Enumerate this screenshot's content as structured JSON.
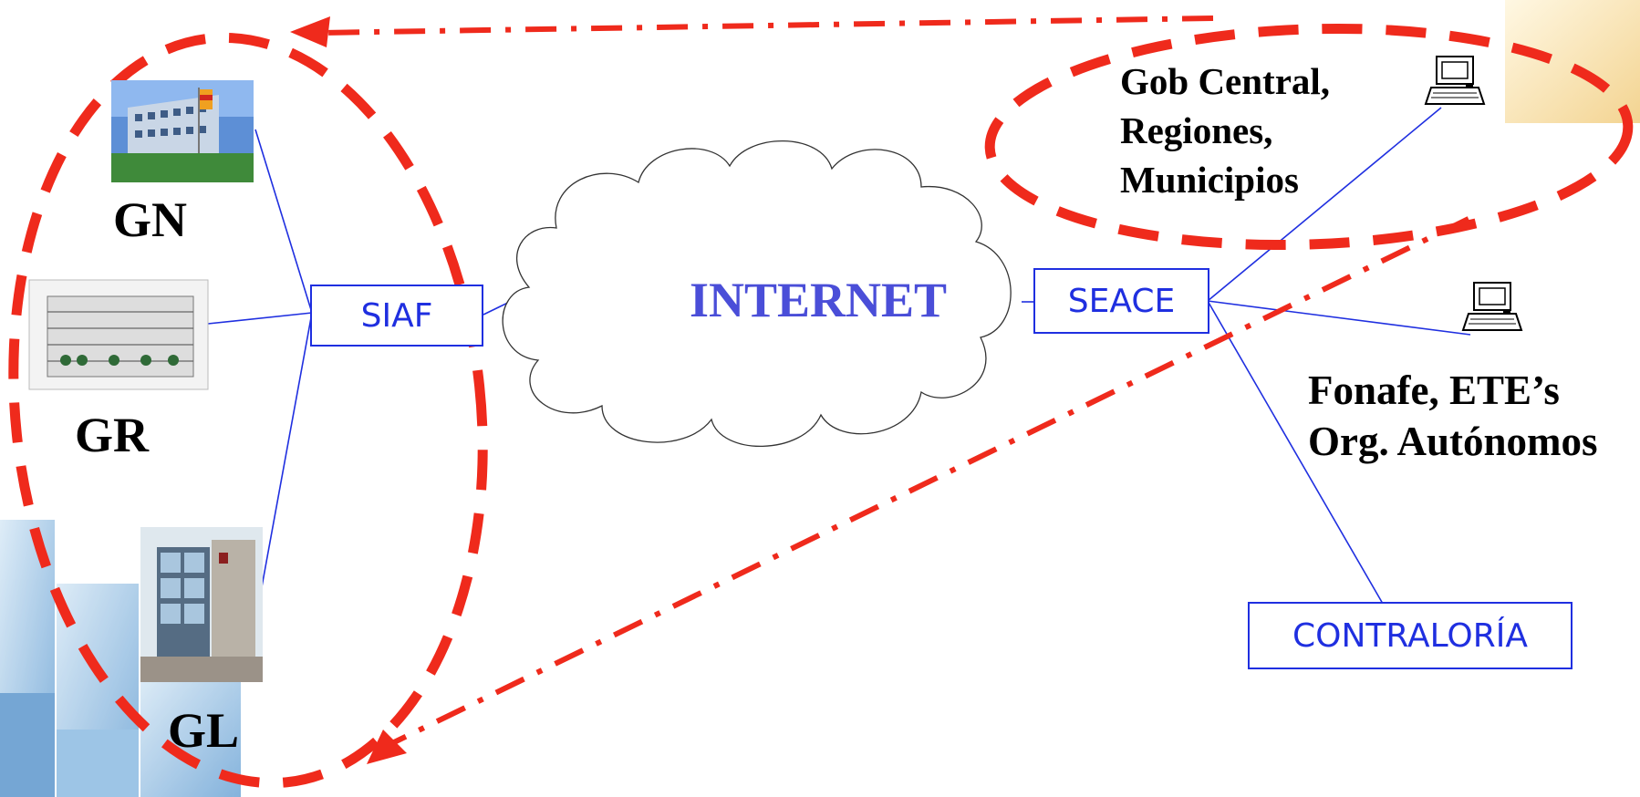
{
  "colors": {
    "connector": "#1f2fe0",
    "group_outline": "#ef2a1c",
    "internet_text": "#4a4ed8",
    "background_tile": "#7fb0da"
  },
  "diagram": {
    "cloud": {
      "label": "INTERNET"
    },
    "boxes": {
      "siaf": "SIAF",
      "seace": "SEACE",
      "contraloria": "CONTRALORÍA"
    },
    "government_levels": {
      "gn": "GN",
      "gr": "GR",
      "gl": "GL"
    },
    "entities": {
      "central": [
        "Gob Central,",
        "Regiones,",
        "Municipios"
      ],
      "fonafe": [
        "Fonafe, ETE’s",
        "Org. Autónomos"
      ]
    },
    "icons": [
      "building-icon",
      "building-icon",
      "building-icon",
      "computer-icon",
      "computer-icon"
    ]
  }
}
